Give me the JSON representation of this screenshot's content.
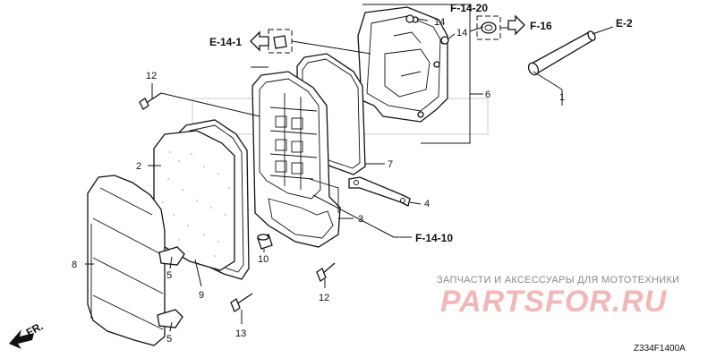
{
  "callouts": {
    "c1": "1",
    "c2": "2",
    "c3": "3",
    "c4": "4",
    "c5a": "5",
    "c5b": "5",
    "c6": "6",
    "c7": "7",
    "c8": "8",
    "c9": "9",
    "c10": "10",
    "c12a": "12",
    "c12b": "12",
    "c13": "13",
    "c14a": "14",
    "c14b": "14"
  },
  "refs": {
    "f1420": "F-14-20",
    "f16": "F-16",
    "e2": "E-2",
    "e141": "E-14-1",
    "f1410": "F-14-10",
    "fr": "FR."
  },
  "watermark": {
    "text": "ЗАПЧАСТИ И АКСЕССУАРЫ ДЛЯ МОТОТЕХНИКИ",
    "logo": "PARTSFOR.RU"
  },
  "diagram_code": "Z334F1400A"
}
